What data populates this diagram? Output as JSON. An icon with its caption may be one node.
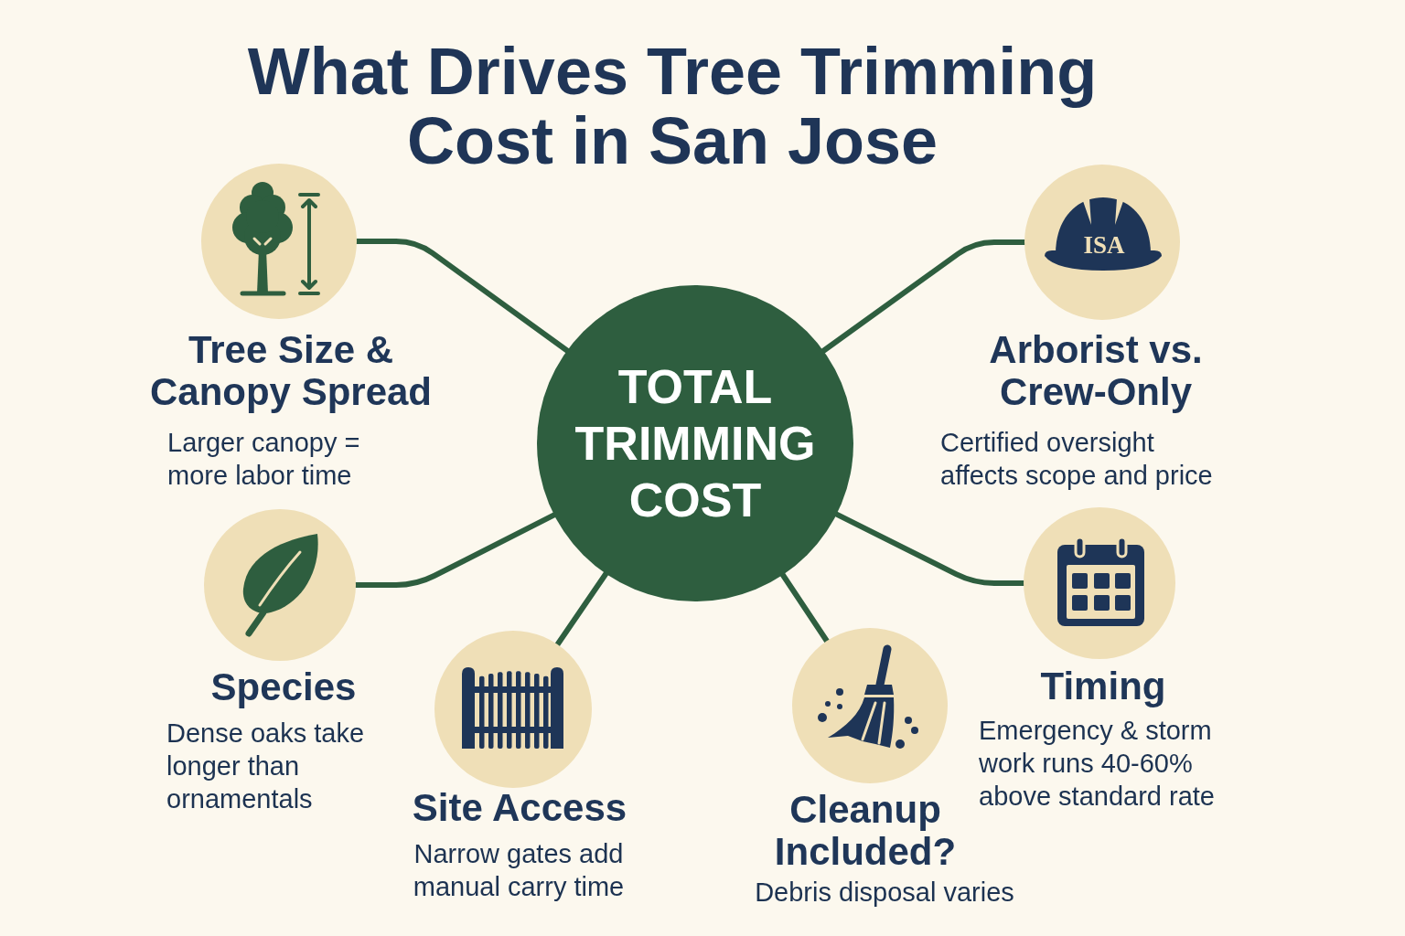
{
  "diagram": {
    "title": "What Drives Tree Trimming Cost in San Jose",
    "nodes": [
      {
        "text": [
          "TOTAL TRIMMING COST"
        ]
      },
      {
        "text": [
          "Tree Size & Canopy Spread",
          "Larger canopy = more labor time"
        ]
      },
      {
        "text": [
          "Arborist vs. Crew-Only",
          "Certified oversight affects scope and price"
        ]
      },
      {
        "text": [
          "Species",
          "Dense oaks take longer than ornamentals"
        ]
      },
      {
        "text": [
          "Site Access",
          "Narrow gates add manual carry time"
        ]
      },
      {
        "text": [
          "Cleanup Included?",
          "Debris disposal varies"
        ]
      },
      {
        "text": [
          "Timing",
          "Emergency & storm work runs 40-60% above standard rate"
        ]
      }
    ],
    "edges": [
      {
        "from": 0,
        "to": 1,
        "arrow": "none"
      },
      {
        "from": 0,
        "to": 2,
        "arrow": "none"
      },
      {
        "from": 0,
        "to": 3,
        "arrow": "none"
      },
      {
        "from": 0,
        "to": 4,
        "arrow": "none"
      },
      {
        "from": 0,
        "to": 5,
        "arrow": "none"
      },
      {
        "from": 0,
        "to": 6,
        "arrow": "none"
      }
    ],
    "labels": [
      "ISA"
    ]
  }
}
